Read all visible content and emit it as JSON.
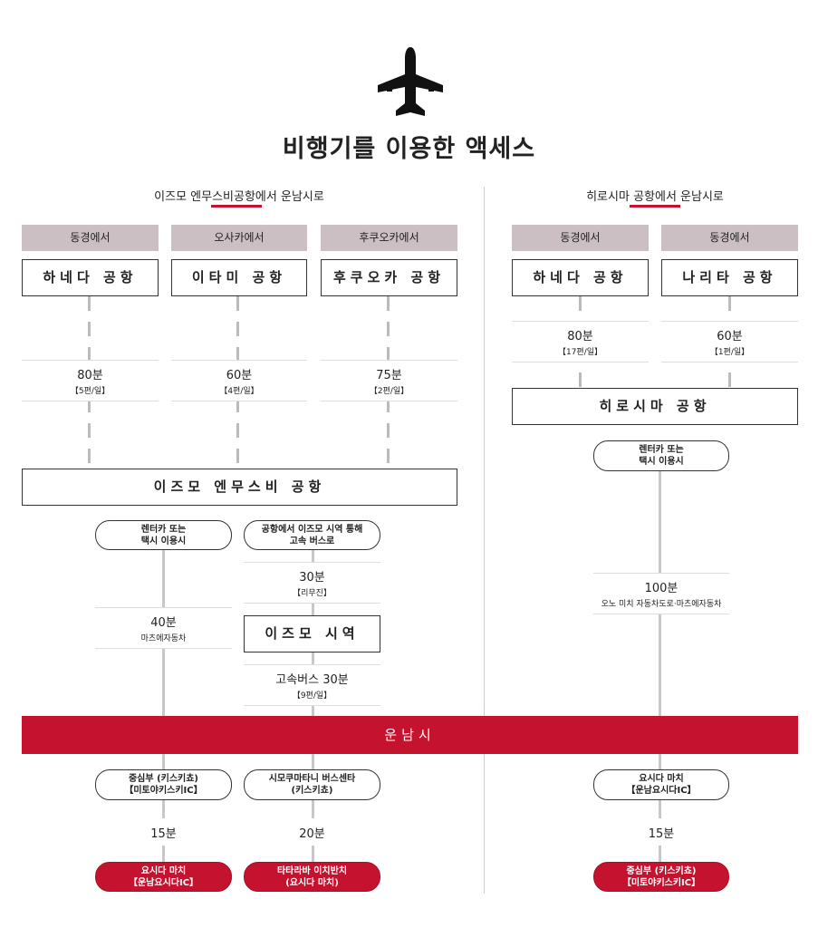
{
  "title": "비행기를 이용한 액세스",
  "left": {
    "heading": "이즈모 엔무스비공항에서 운남시로",
    "origins": [
      {
        "tab": "동경에서",
        "airport": "하네다 공항",
        "time": "80분",
        "freq": "【5편/일】"
      },
      {
        "tab": "오사카에서",
        "airport": "이타미 공항",
        "time": "60분",
        "freq": "【4편/일】"
      },
      {
        "tab": "후쿠오카에서",
        "airport": "후쿠오카 공항",
        "time": "75분",
        "freq": "【2편/일】"
      }
    ],
    "hub": "이즈모 엔무스비 공항",
    "route_a": {
      "pill_l1": "렌터카 또는",
      "pill_l2": "택시 이용시",
      "time": "40분",
      "sub": "마츠에자동차"
    },
    "route_b": {
      "pill_l1": "공항에서 이즈모 시역 통해",
      "pill_l2": "고속 버스로",
      "time1": "30분",
      "sub1": "【리무진】",
      "station": "이즈모 시역",
      "time2": "고속버스 30분",
      "sub2": "【9편/일】"
    },
    "bottom": [
      {
        "pill_l1": "중심부 (키스키쵸)",
        "pill_l2": "【미토야키스키IC】",
        "time": "15분",
        "dest_l1": "요시다 마치",
        "dest_l2": "【운남요시다IC】"
      },
      {
        "pill_l1": "시모쿠마타니 버스센타",
        "pill_l2": "(키스키쵸)",
        "time": "20분",
        "dest_l1": "타타라바 이치반치",
        "dest_l2": "(요시다 마치)"
      }
    ]
  },
  "right": {
    "heading": "히로시마 공항에서 운남시로",
    "origins": [
      {
        "tab": "동경에서",
        "airport": "하네다 공항",
        "time": "80분",
        "freq": "【17편/일】"
      },
      {
        "tab": "동경에서",
        "airport": "나리타 공항",
        "time": "60분",
        "freq": "【1편/일】"
      }
    ],
    "hub": "히로시마 공항",
    "route": {
      "pill_l1": "렌터카 또는",
      "pill_l2": "택시 이용시",
      "time": "100분",
      "sub": "오노 미치 자동차도로·마츠에자동차"
    },
    "bottom": {
      "pill_l1": "요시다 마치",
      "pill_l2": "【운남요시다IC】",
      "time": "15분",
      "dest_l1": "중심부 (키스키쵸)",
      "dest_l2": "【미토야키스키IC】"
    }
  },
  "banner": "운남시",
  "colors": {
    "accent": "#c4122f",
    "tab": "#cbbfc4"
  },
  "icon": "airplane-icon"
}
